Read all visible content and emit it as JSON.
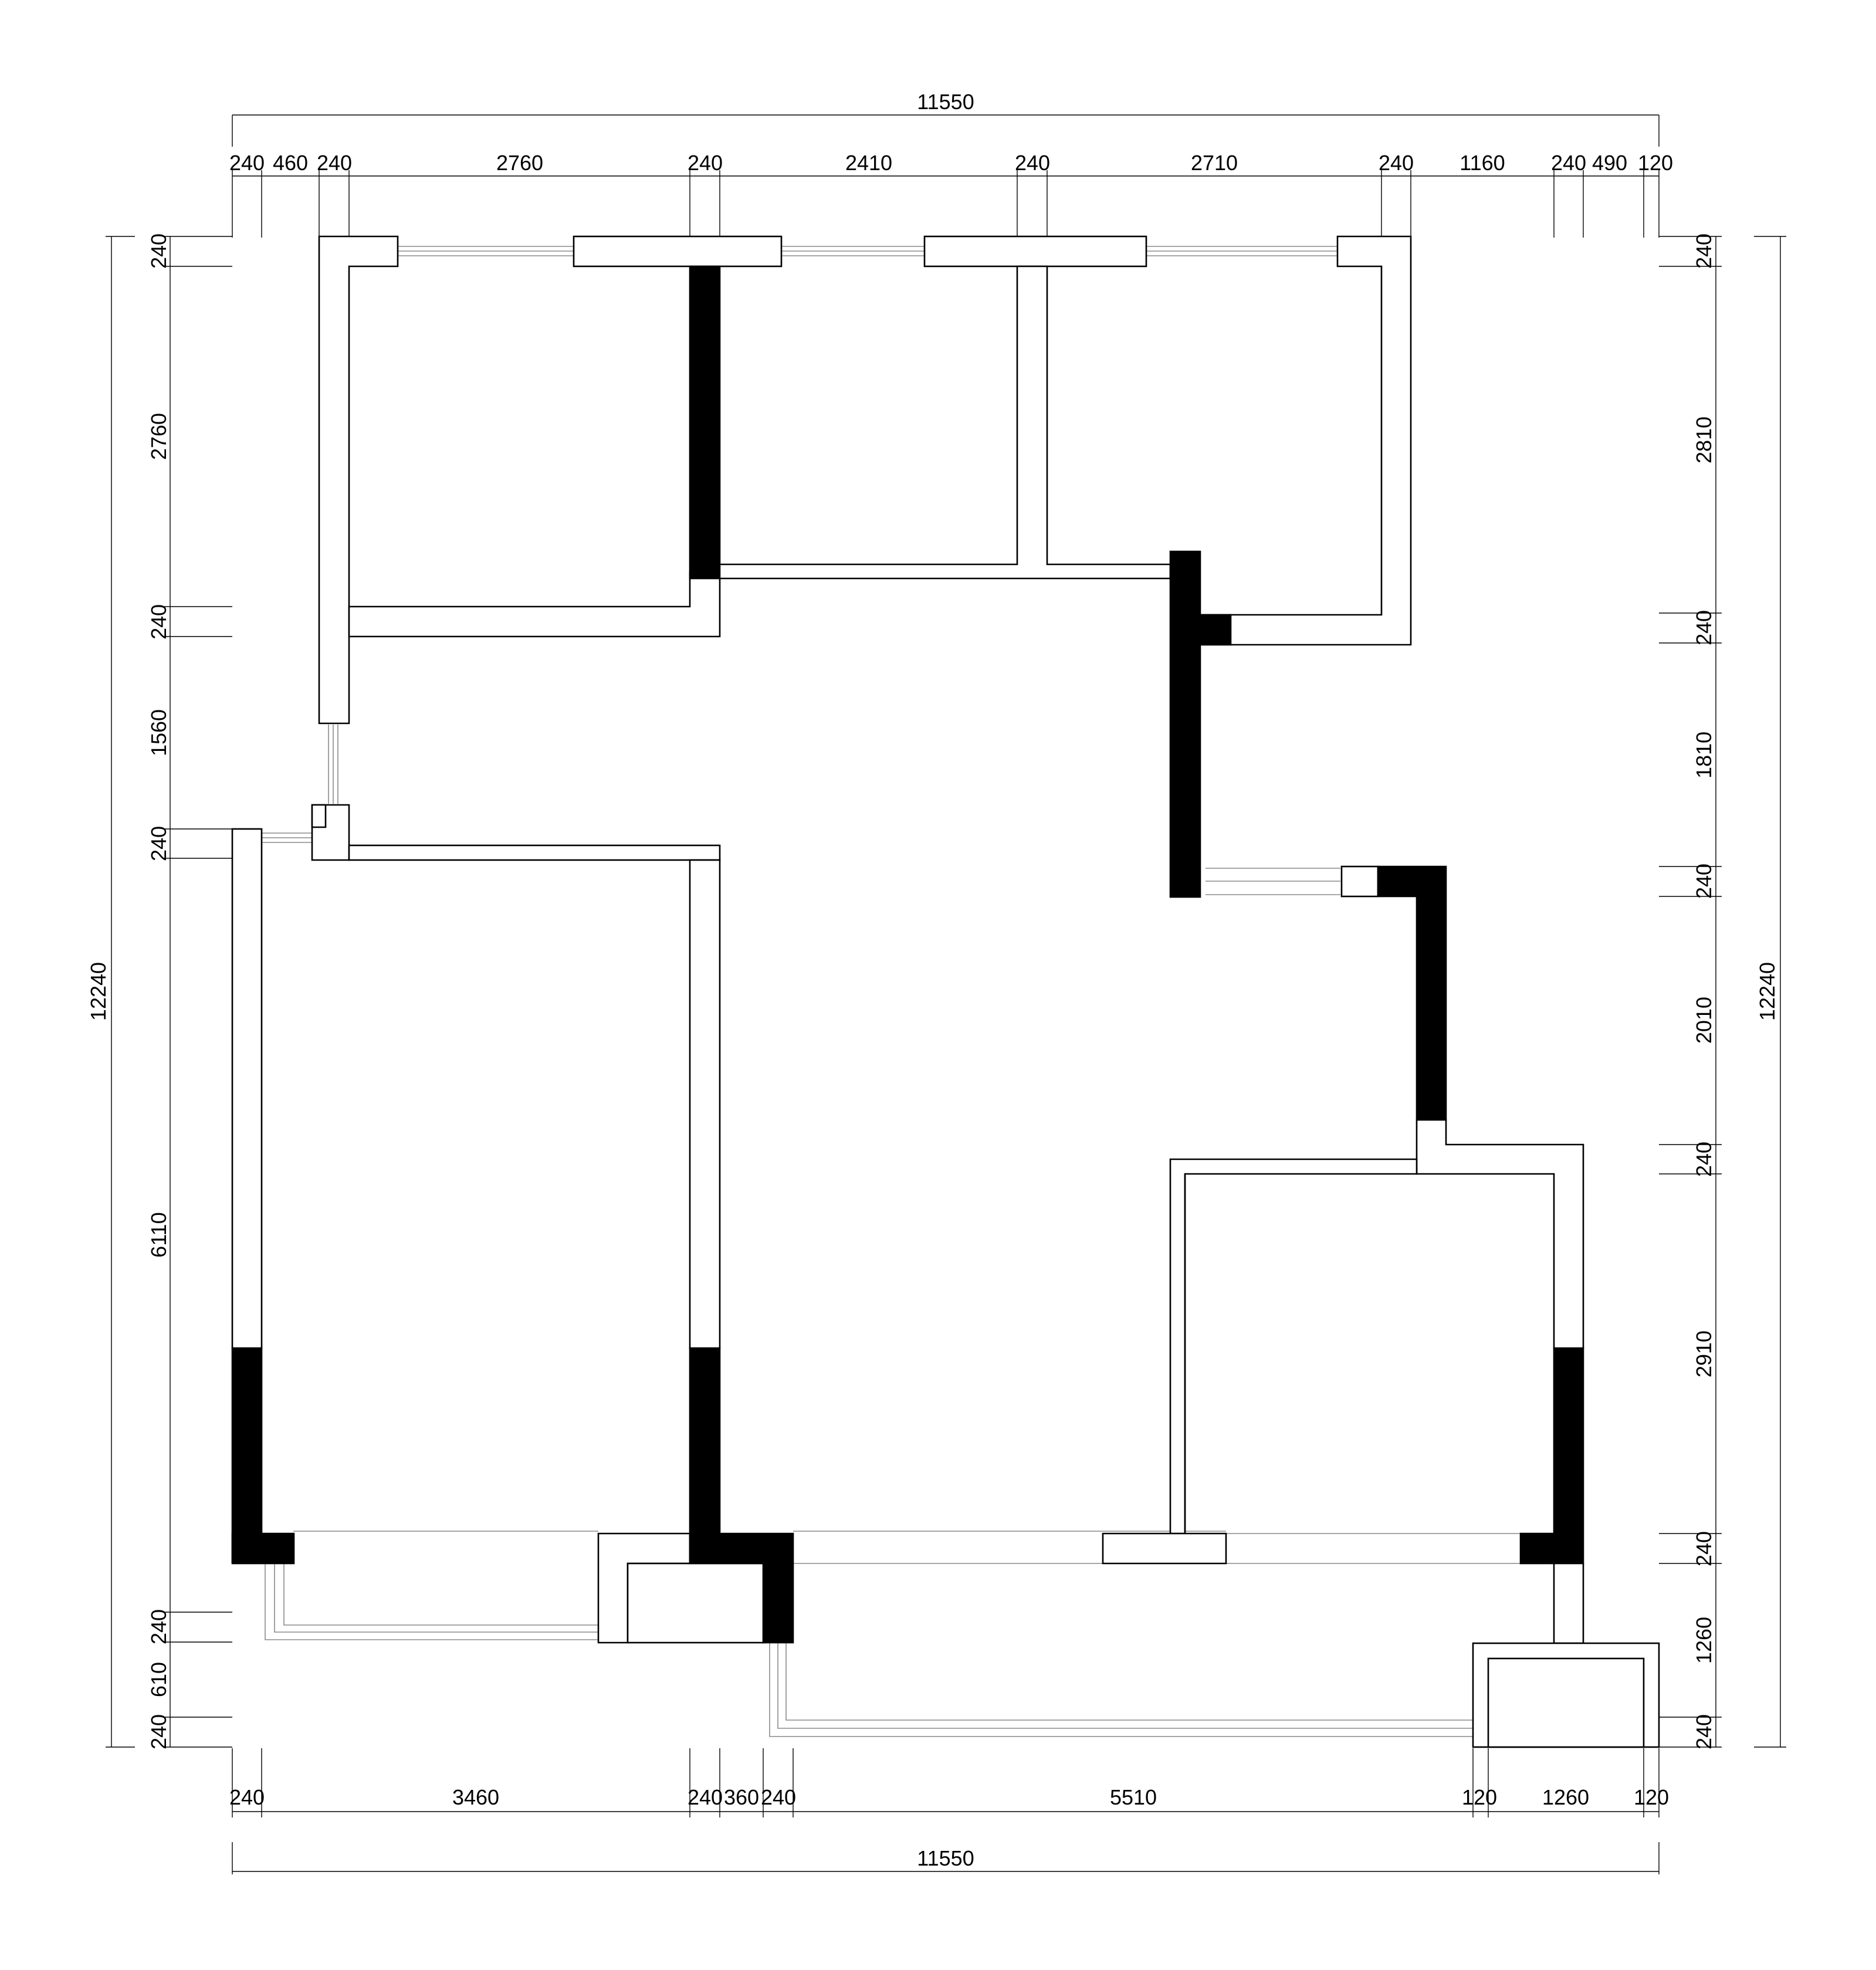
{
  "colors": {
    "line": "#000000",
    "window": "#8a8a8a",
    "background": "#ffffff"
  },
  "dimensions": {
    "top_total": "11550",
    "top": [
      "240",
      "460",
      "240",
      "2760",
      "240",
      "2410",
      "240",
      "2710",
      "240",
      "1160",
      "240",
      "490",
      "120"
    ],
    "bottom_total": "11550",
    "bottom": [
      "240",
      "3460",
      "240",
      "360",
      "240",
      "5510",
      "120",
      "1260",
      "120"
    ],
    "left_total": "12240",
    "left": [
      "240",
      "2760",
      "240",
      "1560",
      "240",
      "6110",
      "240",
      "610",
      "240"
    ],
    "right_total": "12240",
    "right": [
      "240",
      "2810",
      "240",
      "1810",
      "240",
      "2010",
      "240",
      "2910",
      "240",
      "1260",
      "240"
    ]
  }
}
